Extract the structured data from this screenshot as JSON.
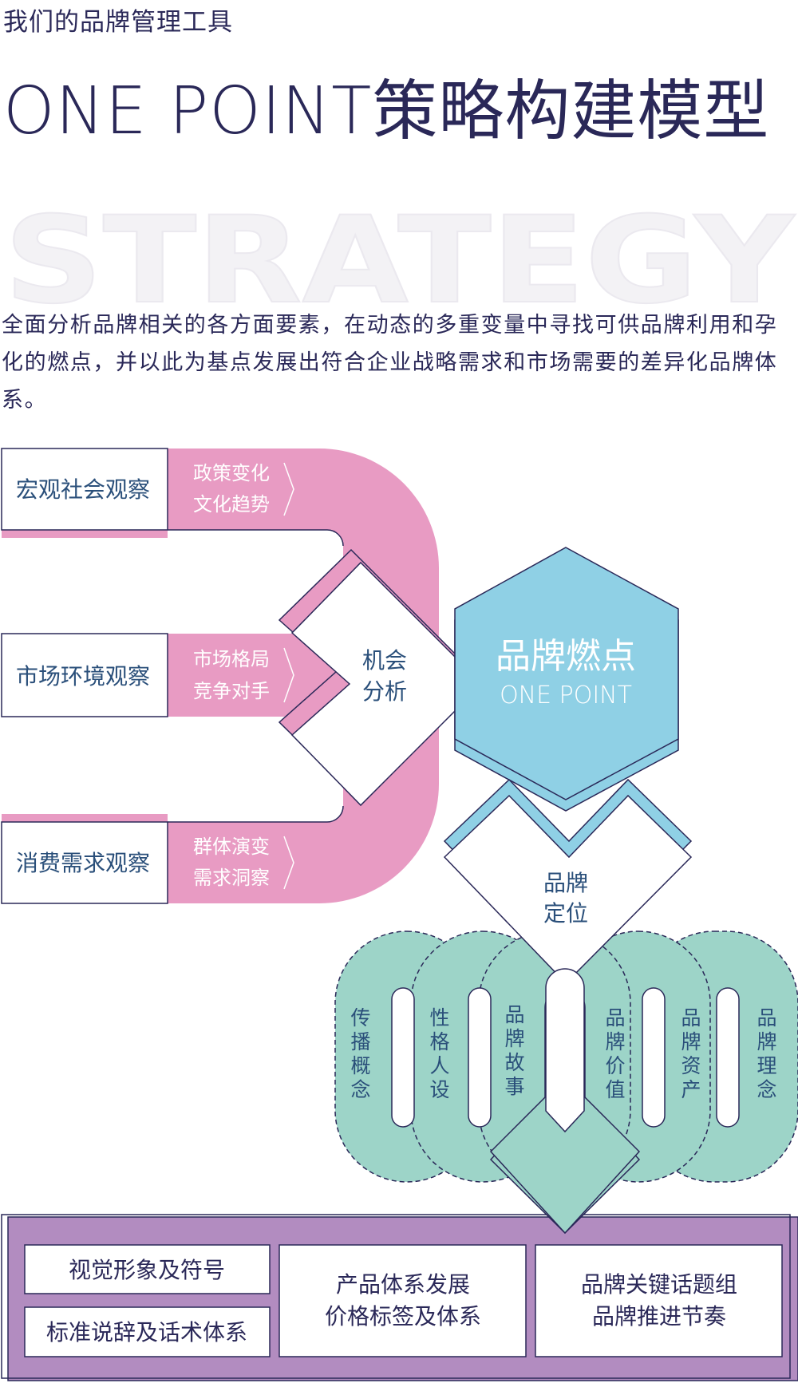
{
  "header": {
    "subtitle": "我们的品牌管理工具",
    "title": "ONE POINT策略构建模型",
    "watermark": "STRATEGY"
  },
  "intro": {
    "text": "全面分析品牌相关的各方面要素，在动态的多重变量中寻找可供品牌利用和孕化的燃点，并以此为基点发展出符合企业战略需求和市场需要的差异化品牌体系。"
  },
  "colors": {
    "navy": "#2a2858",
    "pink": "#e89bc3",
    "blue": "#8fd0e5",
    "teal": "#9dd4c8",
    "purple": "#b28cc0",
    "label_blue": "#2a4f7a"
  },
  "diagram": {
    "observations": [
      {
        "label": "宏观社会观察",
        "factors": [
          "政策变化",
          "文化趋势"
        ]
      },
      {
        "label": "市场环境观察",
        "factors": [
          "市场格局",
          "竞争对手"
        ]
      },
      {
        "label": "消费需求观察",
        "factors": [
          "群体演变",
          "需求洞察"
        ]
      }
    ],
    "opportunity": {
      "line1": "机会",
      "line2": "分析"
    },
    "ignition": {
      "title": "品牌燃点",
      "subtitle": "ONE POINT"
    },
    "positioning": {
      "line1": "品牌",
      "line2": "定位"
    },
    "elements": [
      {
        "chars": [
          "传",
          "播",
          "概",
          "念"
        ]
      },
      {
        "chars": [
          "性",
          "格",
          "人",
          "设"
        ]
      },
      {
        "chars": [
          "品",
          "牌",
          "故",
          "事"
        ]
      },
      {
        "chars": [
          "品",
          "牌",
          "价",
          "值"
        ]
      },
      {
        "chars": [
          "品",
          "牌",
          "资",
          "产"
        ]
      },
      {
        "chars": [
          "品",
          "牌",
          "理",
          "念"
        ]
      }
    ],
    "outputs": {
      "left_top": "视觉形象及符号",
      "left_bottom": "标准说辞及话术体系",
      "middle": [
        "产品体系发展",
        "价格标签及体系"
      ],
      "right": [
        "品牌关键话题组",
        "品牌推进节奏"
      ]
    }
  }
}
